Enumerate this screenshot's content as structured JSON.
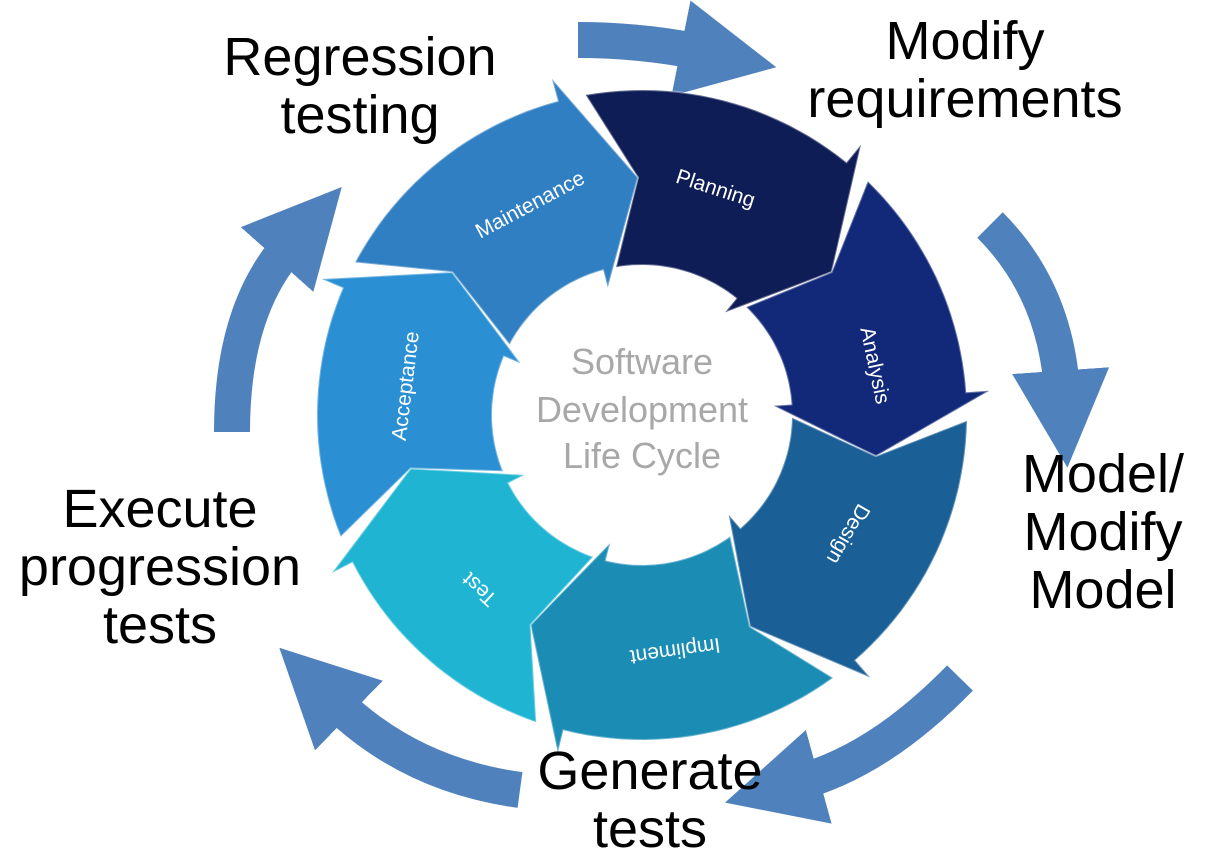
{
  "center": {
    "line1": "Software",
    "line2": "Development",
    "line3": "Life Cycle"
  },
  "phases": [
    {
      "label": "Planning",
      "color": "#0f1d56"
    },
    {
      "label": "Analysis",
      "color": "#12297a"
    },
    {
      "label": "Design",
      "color": "#1a5f96"
    },
    {
      "label": "Impliment",
      "color": "#1b8db5"
    },
    {
      "label": "Test",
      "color": "#1fb5d2"
    },
    {
      "label": "Acceptance",
      "color": "#2a8fd3"
    },
    {
      "label": "Maintenance",
      "color": "#2f7fc2"
    }
  ],
  "outer_steps": [
    {
      "label": "Regression\ntesting"
    },
    {
      "label": "Modify\nrequirements"
    },
    {
      "label": "Model/\nModify\nModel"
    },
    {
      "label": "Generate\ntests"
    },
    {
      "label": "Execute\nprogression\ntests"
    }
  ],
  "colors": {
    "outer_arrow": "#4f81bd",
    "center_text": "#a8a8a8"
  }
}
